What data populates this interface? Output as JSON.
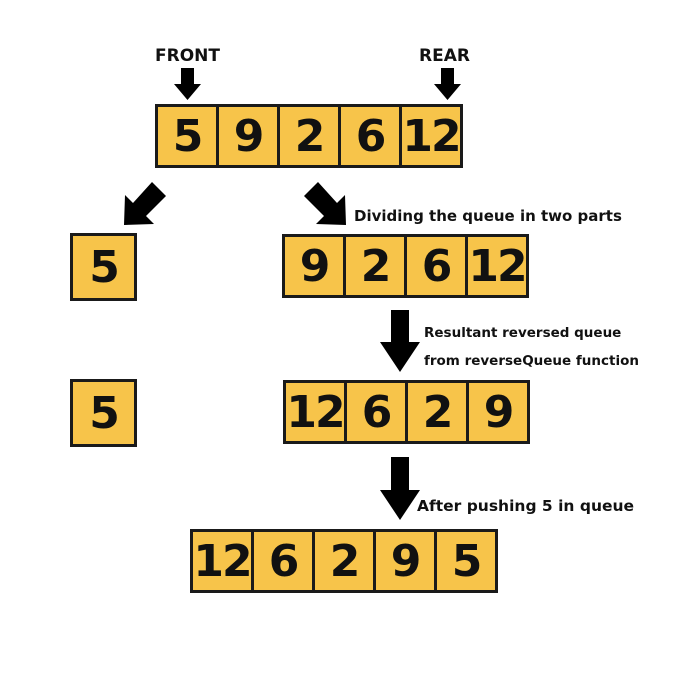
{
  "labels": {
    "front": "FRONT",
    "rear": "REAR",
    "dividing": "Dividing the queue in two parts",
    "resultant_line1": "Resultant reversed queue",
    "resultant_line2": "from reverseQueue function",
    "after_pushing": "After pushing 5 in queue"
  },
  "queues": {
    "original": [
      "5",
      "9",
      "2",
      "6",
      "12"
    ],
    "front_part": [
      "5"
    ],
    "rest_part": [
      "9",
      "2",
      "6",
      "12"
    ],
    "front_part_again": [
      "5"
    ],
    "reversed": [
      "12",
      "6",
      "2",
      "9"
    ],
    "final": [
      "12",
      "6",
      "2",
      "9",
      "5"
    ]
  },
  "colors": {
    "cell_fill": "#f7c44a",
    "cell_border": "#1a1a1a",
    "arrow": "#000000"
  }
}
